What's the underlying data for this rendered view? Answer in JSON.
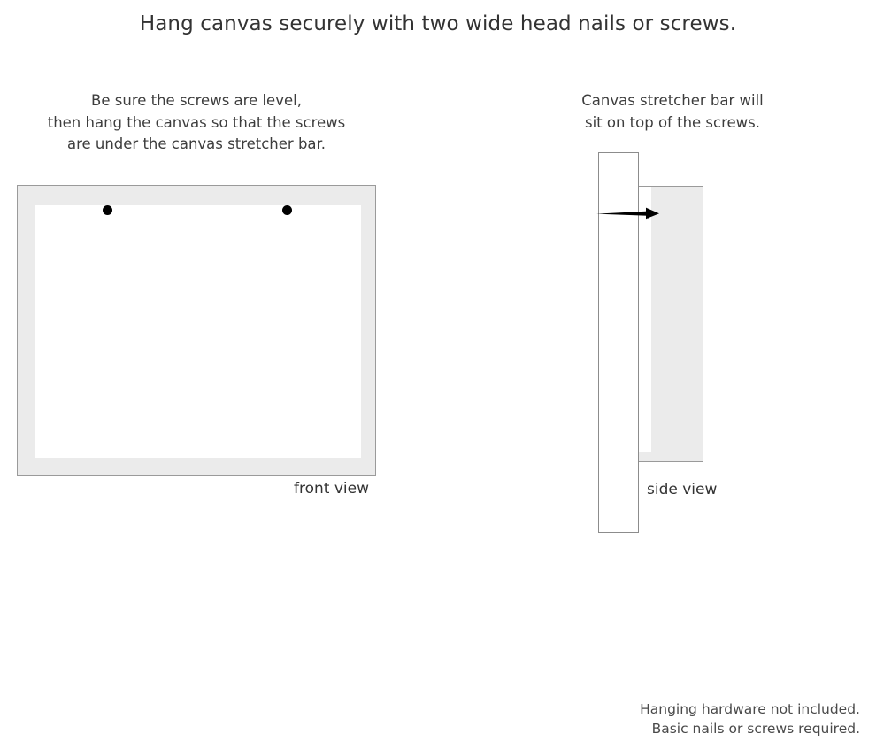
{
  "page": {
    "title": "Hang canvas securely with two wide head nails or screws.",
    "background_color": "#ffffff",
    "text_color": "#3a3a3a"
  },
  "left_panel": {
    "caption": "Be sure the screws are level,\nthen hang the canvas so that the screws\nare under the canvas stretcher bar.",
    "view_label": "front view",
    "frame": {
      "outer_fill": "#ebebeb",
      "outer_border": "#9a9a9a",
      "inner_fill": "#ffffff"
    },
    "screws": [
      {
        "name": "left-screw",
        "color": "#000000"
      },
      {
        "name": "right-screw",
        "color": "#000000"
      }
    ]
  },
  "right_panel": {
    "caption": "Canvas stretcher bar will\nsit on top of the screws.",
    "view_label": "side view",
    "wall": {
      "fill": "#ffffff",
      "border": "#8c8c8c"
    },
    "canvas_block": {
      "fill": "#ebebeb",
      "border": "#9a9a9a",
      "inner_fill": "#ffffff"
    },
    "nail": {
      "color": "#000000"
    }
  },
  "footer": {
    "text": "Hanging hardware not included.\nBasic nails or screws required."
  }
}
